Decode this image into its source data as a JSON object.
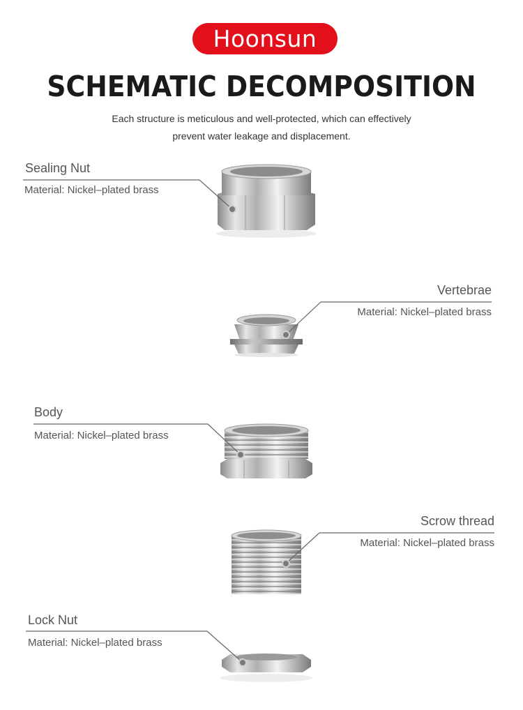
{
  "brand": {
    "logo_text": "Hoonsun",
    "accent": "#e3101b"
  },
  "header": {
    "title": "SCHEMATIC DECOMPOSITION",
    "subtitle_line1": "Each structure is meticulous and well-protected, which can effectively",
    "subtitle_line2": "prevent water leakage and displacement."
  },
  "parts": [
    {
      "name": "Sealing Nut",
      "material": "Material: Nickel–plated brass"
    },
    {
      "name": "Vertebrae",
      "material": "Material: Nickel–plated brass"
    },
    {
      "name": "Body",
      "material": "Material: Nickel–plated brass"
    },
    {
      "name": "Scrow thread",
      "material": "Material: Nickel–plated brass"
    },
    {
      "name": "Lock Nut",
      "material": "Material: Nickel–plated brass"
    }
  ]
}
